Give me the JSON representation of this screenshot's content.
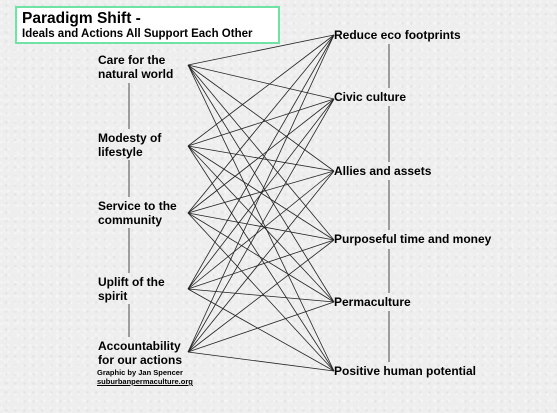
{
  "title": {
    "line1": "Paradigm Shift -",
    "line2": "Ideals and Actions All Support Each Other"
  },
  "ideals": [
    {
      "line1": "Care for the",
      "line2": "natural world"
    },
    {
      "line1": "Modesty of",
      "line2": "lifestyle"
    },
    {
      "line1": "Service to the",
      "line2": "community"
    },
    {
      "line1": "Uplift of the",
      "line2": "spirit"
    },
    {
      "line1": "Accountability",
      "line2": "for our actions"
    }
  ],
  "actions": [
    "Reduce eco footprints",
    "Civic culture",
    "Allies and assets",
    "Purposeful time and money",
    "Permaculture",
    "Positive human potential"
  ],
  "credit": {
    "text": "Graphic by Jan Spencer",
    "url": "suburbanpermaculture.org"
  },
  "colors": {
    "title_border": "#6fe3a4",
    "lines": "#222222"
  }
}
